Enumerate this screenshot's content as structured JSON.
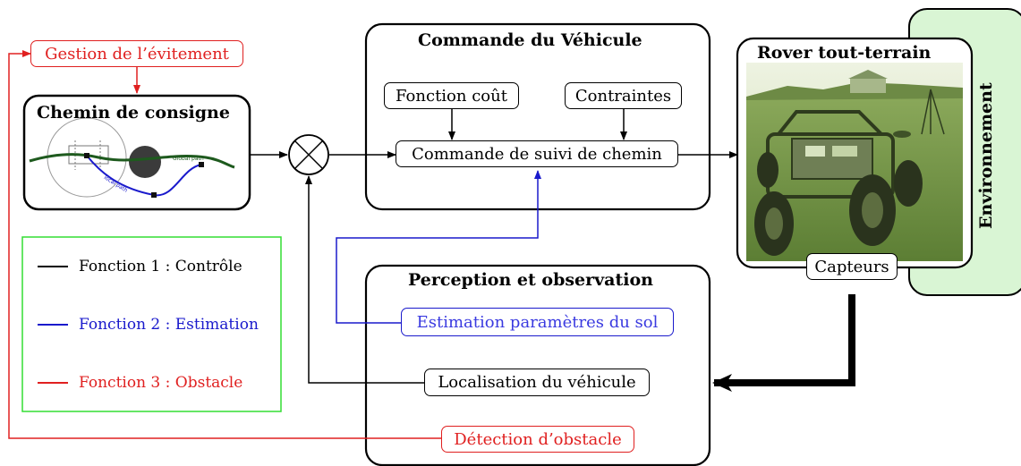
{
  "colors": {
    "control": "#000000",
    "estimation": "#1a1acc",
    "obstacle": "#e02020",
    "environment_fill": "#d9f5d4",
    "legend_border": "#33dd33",
    "photo_tint": "#6f8f42"
  },
  "blocks": {
    "commande": {
      "title": "Commande du Véhicule"
    },
    "rover": {
      "title": "Rover tout-terrain"
    },
    "environnement": {
      "title": "Environnement"
    },
    "chemin": {
      "title": "Chemin de consigne",
      "global_path_label": "Global path",
      "local_path_label": "local path"
    },
    "perception": {
      "title": "Perception et observation"
    }
  },
  "nodes": {
    "gestion": "Gestion de l’évitement",
    "fonction_cout": "Fonction coût",
    "contraintes": "Contraintes",
    "suivi": "Commande de suivi de chemin",
    "capteurs": "Capteurs",
    "estimation": "Estimation paramètres du sol",
    "localisation": "Localisation du véhicule",
    "detection": "Détection d’obstacle"
  },
  "legend": [
    {
      "label": "Fonction 1 : Contrôle",
      "color": "#000000"
    },
    {
      "label": "Fonction 2 : Estimation",
      "color": "#1a1acc"
    },
    {
      "label": "Fonction 3 : Obstacle",
      "color": "#e02020"
    }
  ]
}
